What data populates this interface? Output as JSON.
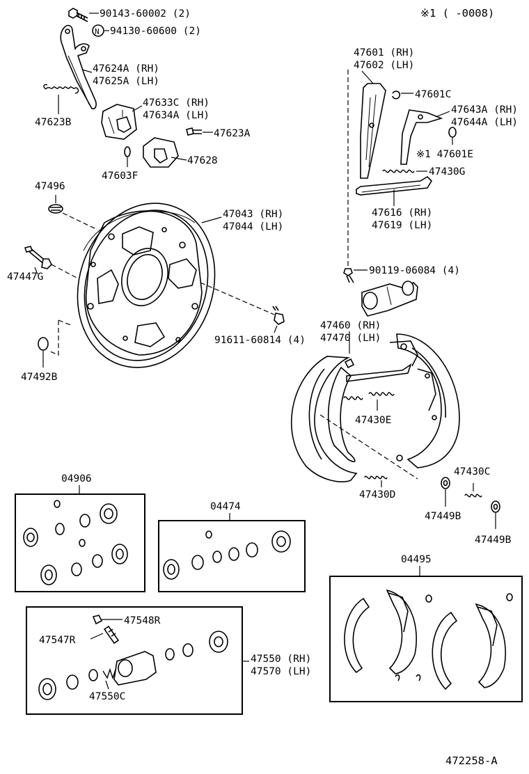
{
  "header_note": "※1  (      -0008)",
  "figure_code": "472258-A",
  "labels": {
    "p90143": "90143-60002 (2)",
    "p94130": "94130-60600 (2)",
    "p47624a": "47624A (RH)",
    "p47625a": "47625A (LH)",
    "p47623b": "47623B",
    "p47633c": "47633C (RH)",
    "p47634a": "47634A (LH)",
    "p47623a": "47623A",
    "p47628": "47628",
    "p47603f": "47603F",
    "p47601": "47601 (RH)",
    "p47602": "47602 (LH)",
    "p47601c": "47601C",
    "p47643a": "47643A (RH)",
    "p47644a": "47644A (LH)",
    "p47601e": "※1 47601E",
    "p47430g": "47430G",
    "p47616": "47616 (RH)",
    "p47619": "47619 (LH)",
    "p47496": "47496",
    "p47043": "47043 (RH)",
    "p47044": "47044 (LH)",
    "p47447g": "47447G",
    "p90119": "90119-06084 (4)",
    "p91611": "91611-60814 (4)",
    "p47460": "47460 (RH)",
    "p47470": "47470 (LH)",
    "p47492b": "47492B",
    "p47430e": "47430E",
    "p47430c": "47430C",
    "p47430d": "47430D",
    "p47449b1": "47449B",
    "p47449b2": "47449B",
    "p04906": "04906",
    "p04474": "04474",
    "p04495": "04495",
    "p47548r": "47548R",
    "p47547r": "47547R",
    "p47550c": "47550C",
    "p47550": "47550 (RH)",
    "p47570": "47570 (LH)"
  }
}
